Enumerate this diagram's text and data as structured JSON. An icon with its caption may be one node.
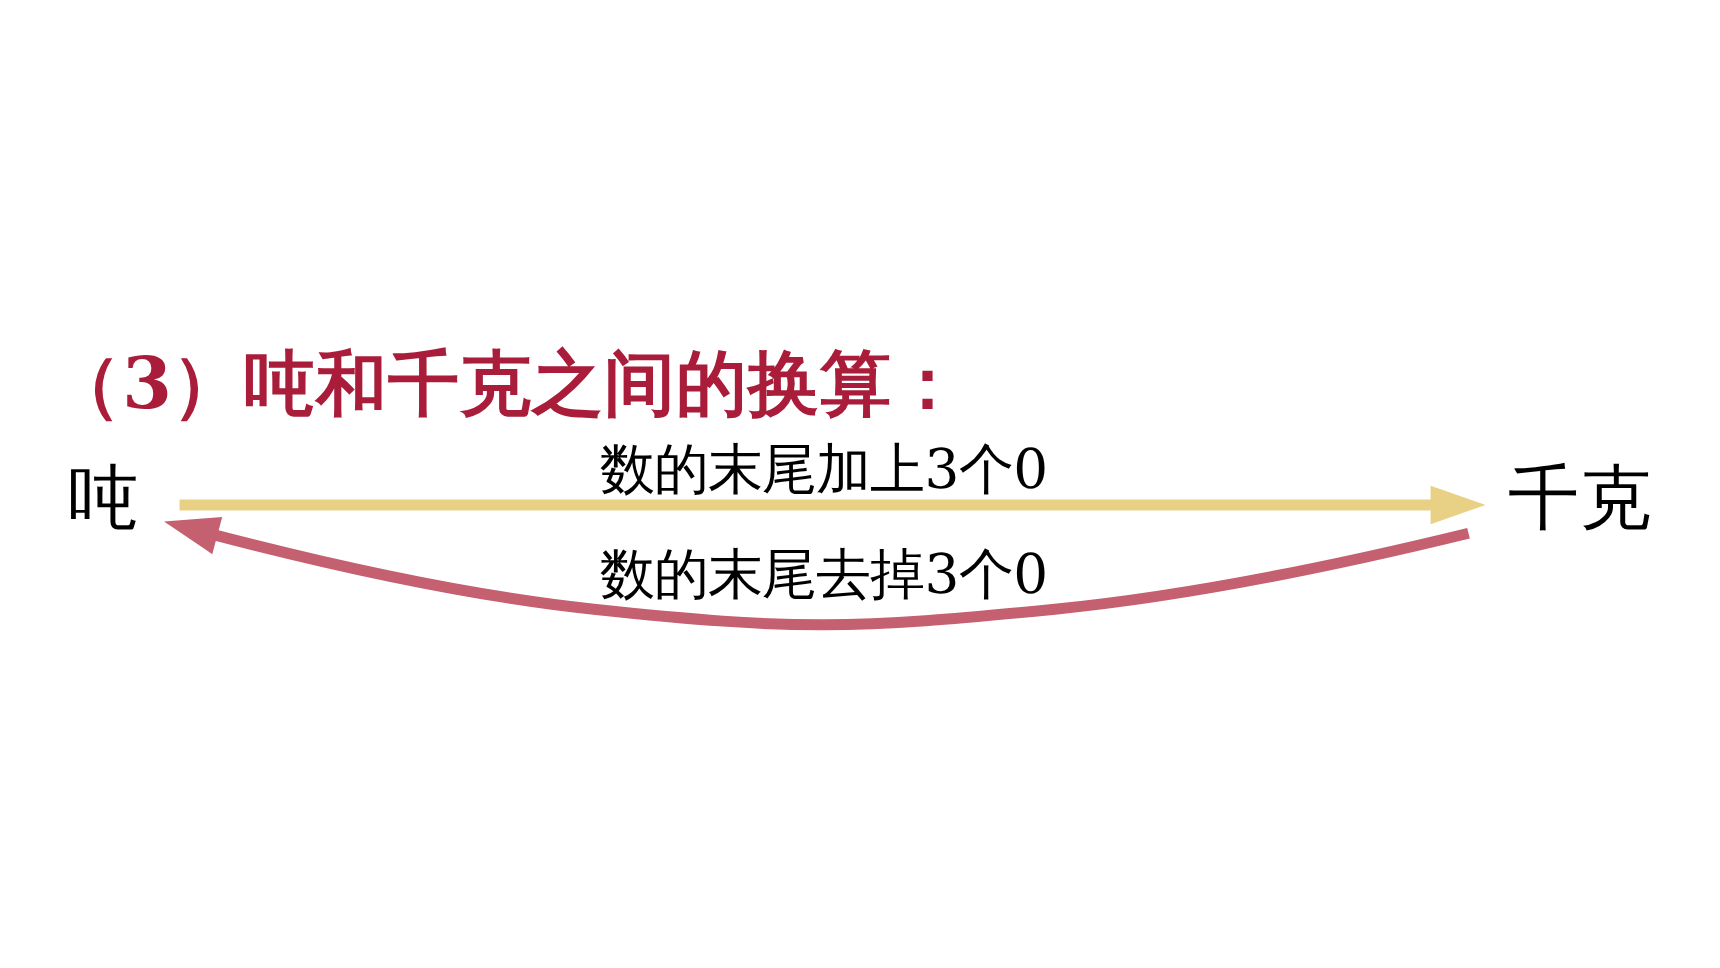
{
  "diagram": {
    "title": "（3）吨和千克之间的换算：",
    "nodes": [
      {
        "text": [
          "吨"
        ]
      },
      {
        "text": [
          "千克"
        ]
      }
    ],
    "edges": [
      {
        "from": 0,
        "to": 1,
        "arrow": "to",
        "label": "数的末尾加上3个0",
        "color": "#e8d185"
      },
      {
        "from": 1,
        "to": 0,
        "arrow": "to",
        "label": "数的末尾去掉3个0",
        "color": "#c4606f"
      }
    ]
  }
}
